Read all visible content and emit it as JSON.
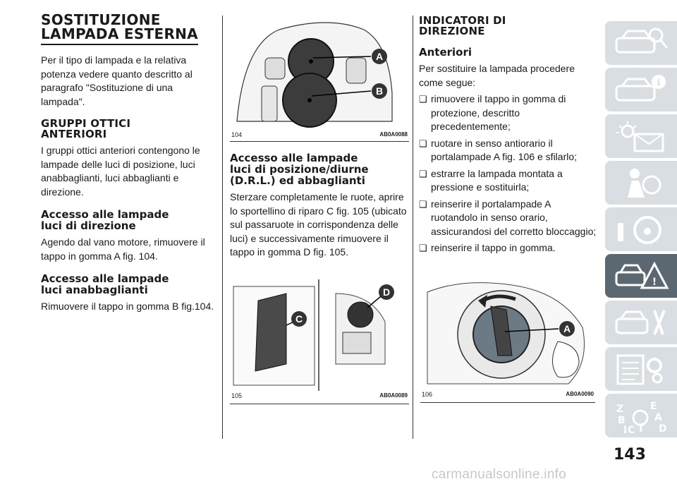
{
  "col1": {
    "title_line1": "SOSTITUZIONE",
    "title_line2": "LAMPADA ESTERNA",
    "intro": "Per il tipo di lampada e la relativa potenza vedere quanto descritto al paragrafo \"Sostituzione di una lampada\".",
    "h_gruppi_1": "GRUPPI OTTICI",
    "h_gruppi_2": "ANTERIORI",
    "p_gruppi": "I gruppi ottici anteriori contengono le lampade delle luci di posizione, luci anabbaglianti, luci abbaglianti e direzione.",
    "h_dir_1": "Accesso alle lampade",
    "h_dir_2": "luci di direzione",
    "p_dir": "Agendo dal vano motore, rimuovere il tappo in gomma A fig. 104.",
    "h_anab_1": "Accesso alle lampade",
    "h_anab_2": "luci anabbaglianti",
    "p_anab": "Rimuovere il tappo in gomma B fig.104."
  },
  "col2": {
    "fig104_num": "104",
    "fig104_code": "AB0A0088",
    "fig104_label_a": "A",
    "fig104_label_b": "B",
    "h_drl_1": "Accesso alle lampade",
    "h_drl_2": "luci di posizione/diurne",
    "h_drl_3": "(D.R.L.) ed abbaglianti",
    "p_drl": "Sterzare completamente le ruote, aprire lo sportellino di riparo C fig. 105 (ubicato sul passaruote in corrispondenza delle luci) e successivamente rimuovere il tappo in gomma D fig. 105.",
    "fig105_num": "105",
    "fig105_code": "AB0A0089",
    "fig105_label_c": "C",
    "fig105_label_d": "D"
  },
  "col3": {
    "h_ind_1": "INDICATORI DI",
    "h_ind_2": "DIREZIONE",
    "h_ant": "Anteriori",
    "p_ant": "Per sostituire la lampada procedere come segue:",
    "steps": [
      "rimuovere il tappo in gomma di protezione, descritto precedentemente;",
      "ruotare in senso antiorario il portalampade A fig. 106 e sfilarlo;",
      "estrarre la lampada montata a pressione e sostituirla;",
      "reinserire il portalampade A ruotandolo in senso orario, assicurandosi del corretto bloccaggio;",
      "reinserire il tappo in gomma."
    ],
    "fig106_num": "106",
    "fig106_code": "AB0A0090",
    "fig106_label_a": "A"
  },
  "sidebar": {
    "tabs": [
      "car-search-icon",
      "car-info-icon",
      "warning-light-icon",
      "airbag-person-icon",
      "steering-wheel-icon",
      "car-breakdown-icon",
      "car-service-icon",
      "specs-list-icon",
      "alphabet-index-icon"
    ],
    "active_tab_index": 5,
    "index_letters": [
      "Z",
      "E",
      "B",
      "A",
      "C",
      "T",
      "D",
      "I"
    ]
  },
  "page_number": "143",
  "watermark": "carmanualsonline.info",
  "colors": {
    "active_tab": "#5b6872",
    "tab": "#d9dee3",
    "text": "#1a1a1a"
  }
}
